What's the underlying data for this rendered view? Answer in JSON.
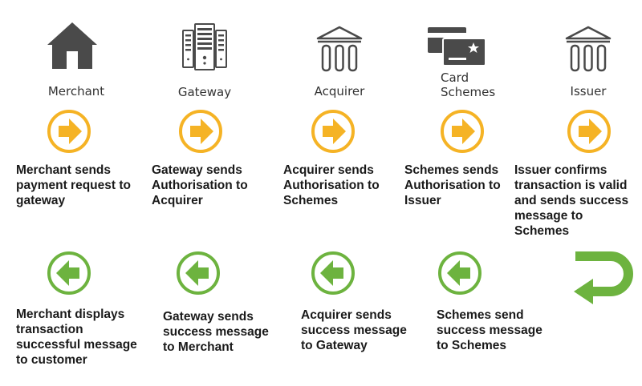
{
  "colors": {
    "icon_gray": "#4a4a4a",
    "forward_ring": "#f5b325",
    "forward_arrow": "#f5b325",
    "return_ring": "#6db33f",
    "return_arrow": "#6db33f"
  },
  "entities": [
    {
      "label": "Merchant",
      "icon": "house-icon"
    },
    {
      "label": "Gateway",
      "icon": "server-rack-icon"
    },
    {
      "label": "Acquirer",
      "icon": "bank-icon"
    },
    {
      "label": "Card\nSchemes",
      "icon": "credit-cards-icon"
    },
    {
      "label": "Issuer",
      "icon": "bank-icon"
    }
  ],
  "forward_steps": [
    {
      "text": "Merchant sends\npayment request to\ngateway",
      "icon": "orange-forward-arrow-icon"
    },
    {
      "text": "Gateway sends\nAuthorisation to\nAcquirer",
      "icon": "orange-forward-arrow-icon"
    },
    {
      "text": "Acquirer sends\nAuthorisation to\nSchemes",
      "icon": "orange-forward-arrow-icon"
    },
    {
      "text": "Schemes sends\nAuthorisation to\nIssuer",
      "icon": "orange-forward-arrow-icon"
    },
    {
      "text": "Issuer confirms\ntransaction is valid\nand sends success\nmessage to\nSchemes",
      "icon": "orange-forward-arrow-icon"
    }
  ],
  "return_steps": [
    {
      "text": "Merchant displays\ntransaction\nsuccessful message\nto customer",
      "icon": "green-back-arrow-icon"
    },
    {
      "text": "Gateway sends\nsuccess message\nto Merchant",
      "icon": "green-back-arrow-icon"
    },
    {
      "text": "Acquirer sends\nsuccess message\nto Gateway",
      "icon": "green-back-arrow-icon"
    },
    {
      "text": "Schemes send\nsuccess message\nto Schemes",
      "icon": "green-back-arrow-icon"
    }
  ],
  "turnaround_icon": "u-turn-arrow-icon"
}
